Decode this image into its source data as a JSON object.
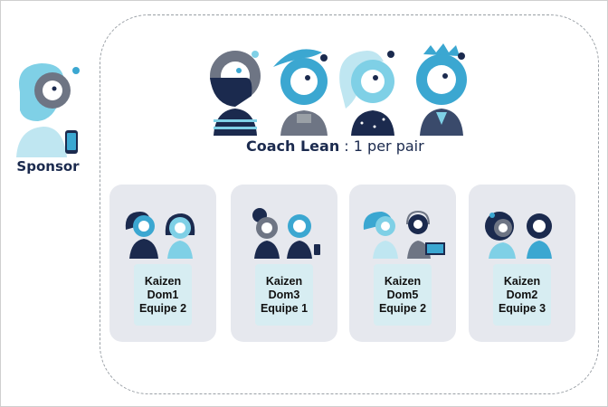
{
  "sponsor": {
    "label": "Sponsor"
  },
  "coach": {
    "role": "Coach Lean",
    "ratio": " : 1 per pair"
  },
  "teams": [
    {
      "line1": "Kaizen",
      "line2": "Dom1",
      "line3": "Equipe 2"
    },
    {
      "line1": "Kaizen",
      "line2": "Dom3",
      "line3": "Equipe 1"
    },
    {
      "line1": "Kaizen",
      "line2": "Dom5",
      "line3": "Equipe 2"
    },
    {
      "line1": "Kaizen",
      "line2": "Dom2",
      "line3": "Equipe 3"
    }
  ],
  "colors": {
    "navy": "#1b2a4e",
    "light_blue": "#7fd0e6",
    "mid_blue": "#3ba7d1",
    "grey": "#6e7584",
    "card_bg": "#e6e8ee",
    "label_bg": "#d7edf2"
  }
}
